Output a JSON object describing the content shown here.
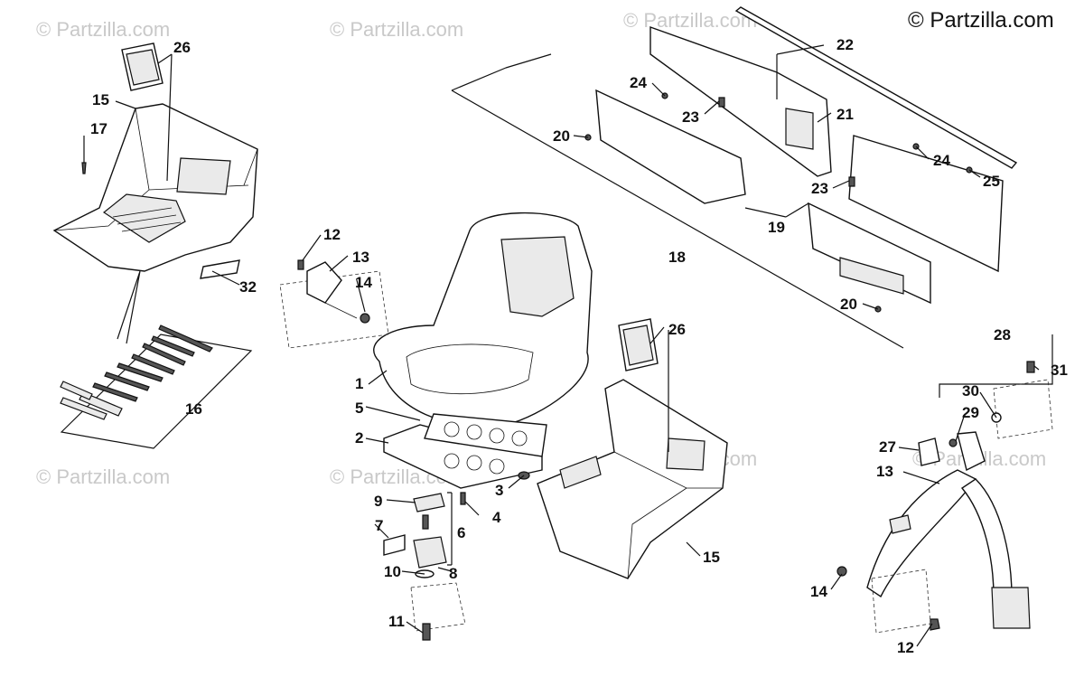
{
  "copyright": "© Partzilla.com",
  "watermark": "© Partzilla.com",
  "callouts": [
    "26",
    "15",
    "17",
    "32",
    "16",
    "12",
    "13",
    "14",
    "22",
    "24",
    "23",
    "21",
    "20",
    "24",
    "25",
    "23",
    "19",
    "18",
    "20",
    "1",
    "5",
    "2",
    "26",
    "3",
    "9",
    "4",
    "6",
    "7",
    "10",
    "8",
    "11",
    "15",
    "28",
    "31",
    "30",
    "29",
    "27",
    "13",
    "14",
    "12"
  ]
}
